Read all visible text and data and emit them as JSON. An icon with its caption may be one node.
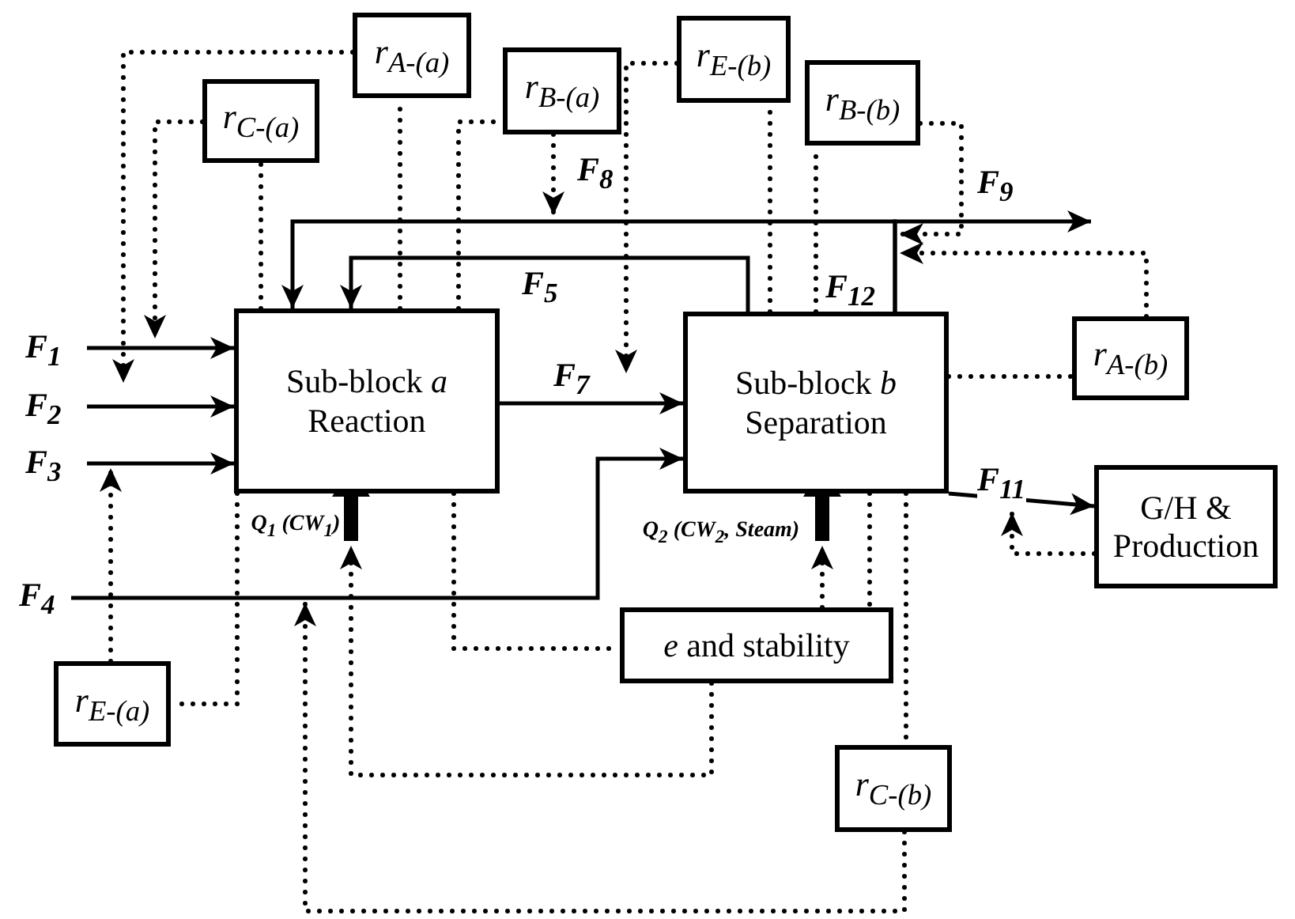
{
  "diagram": {
    "nodes": [
      {
        "text": [
          "Sub-block *a*",
          "Reaction"
        ]
      },
      {
        "text": [
          "Sub-block *b*",
          "Separation"
        ]
      },
      {
        "text": [
          "r$_{A-(a)}$"
        ]
      },
      {
        "text": [
          "r$_{B-(a)}$"
        ]
      },
      {
        "text": [
          "r$_{C-(a)}$"
        ]
      },
      {
        "text": [
          "r$_{E-(b)}$"
        ]
      },
      {
        "text": [
          "r$_{B-(b)}$"
        ]
      },
      {
        "text": [
          "r$_{A-(b)}$"
        ]
      },
      {
        "text": [
          "G/H & Production"
        ]
      },
      {
        "text": [
          "*e* and stability"
        ]
      },
      {
        "text": [
          "r$_{E-(a)}$"
        ]
      },
      {
        "text": [
          "r$_{C-(b)}$"
        ]
      }
    ],
    "edges": [
      {
        "from": null,
        "to": 0,
        "arrow": "to",
        "label": "F$_{1}$"
      },
      {
        "from": null,
        "to": 0,
        "arrow": "to",
        "label": "F$_{2}$"
      },
      {
        "from": null,
        "to": 0,
        "arrow": "to",
        "label": "F$_{3}$"
      },
      {
        "from": null,
        "to": 1,
        "arrow": "to",
        "label": "F$_{4}$"
      },
      {
        "from": 0,
        "to": 1,
        "arrow": "to",
        "label": "F$_{7}$"
      },
      {
        "from": 1,
        "to": 0,
        "arrow": "to",
        "label": "F$_{5}$"
      },
      {
        "from": 1,
        "to": 0,
        "arrow": "to",
        "label": "F$_{8}$"
      },
      {
        "from": 1,
        "to": null,
        "arrow": "to",
        "label": "F$_{9}$"
      },
      {
        "from": 1,
        "to": 8,
        "arrow": "to",
        "label": "F$_{11}$"
      },
      {
        "from": null,
        "to": 0,
        "arrow": "to",
        "label": "Q$_{1}$ (CW$_{1}$)",
        "style": "thick"
      },
      {
        "from": null,
        "to": 1,
        "arrow": "to",
        "label": "Q$_{2}$ (CW$_{2}$, Steam)",
        "style": "thick"
      },
      {
        "from": 2,
        "to": null,
        "arrow": "to",
        "style": "dashed"
      },
      {
        "from": 0,
        "to": 2,
        "arrow": "none",
        "style": "dashed"
      },
      {
        "from": 4,
        "to": null,
        "arrow": "to",
        "style": "dashed"
      },
      {
        "from": 0,
        "to": 4,
        "arrow": "none",
        "style": "dashed"
      },
      {
        "from": 3,
        "to": null,
        "arrow": "to",
        "style": "dashed"
      },
      {
        "from": 0,
        "to": 3,
        "arrow": "none",
        "style": "dashed"
      },
      {
        "from": 5,
        "to": null,
        "arrow": "to",
        "style": "dashed"
      },
      {
        "from": 1,
        "to": 5,
        "arrow": "none",
        "style": "dashed"
      },
      {
        "from": 6,
        "to": null,
        "arrow": "to",
        "style": "dashed"
      },
      {
        "from": 1,
        "to": 6,
        "arrow": "none",
        "style": "dashed"
      },
      {
        "from": 7,
        "to": null,
        "arrow": "to",
        "style": "dashed"
      },
      {
        "from": 1,
        "to": 7,
        "arrow": "none",
        "style": "dashed"
      },
      {
        "from": 8,
        "to": null,
        "arrow": "to",
        "style": "dashed"
      },
      {
        "from": 9,
        "to": null,
        "arrow": "to",
        "style": "dashed"
      },
      {
        "from": 0,
        "to": 9,
        "arrow": "none",
        "style": "dashed"
      },
      {
        "from": 9,
        "to": null,
        "arrow": "to",
        "style": "dashed"
      },
      {
        "from": 1,
        "to": 9,
        "arrow": "none",
        "style": "dashed"
      },
      {
        "from": 10,
        "to": null,
        "arrow": "to",
        "style": "dashed"
      },
      {
        "from": 0,
        "to": 10,
        "arrow": "none",
        "style": "dashed"
      },
      {
        "from": 1,
        "to": 11,
        "arrow": "none",
        "style": "dashed"
      },
      {
        "from": 11,
        "to": null,
        "arrow": "to",
        "style": "dashed"
      }
    ],
    "labels": [
      "F$_{12}$"
    ]
  }
}
